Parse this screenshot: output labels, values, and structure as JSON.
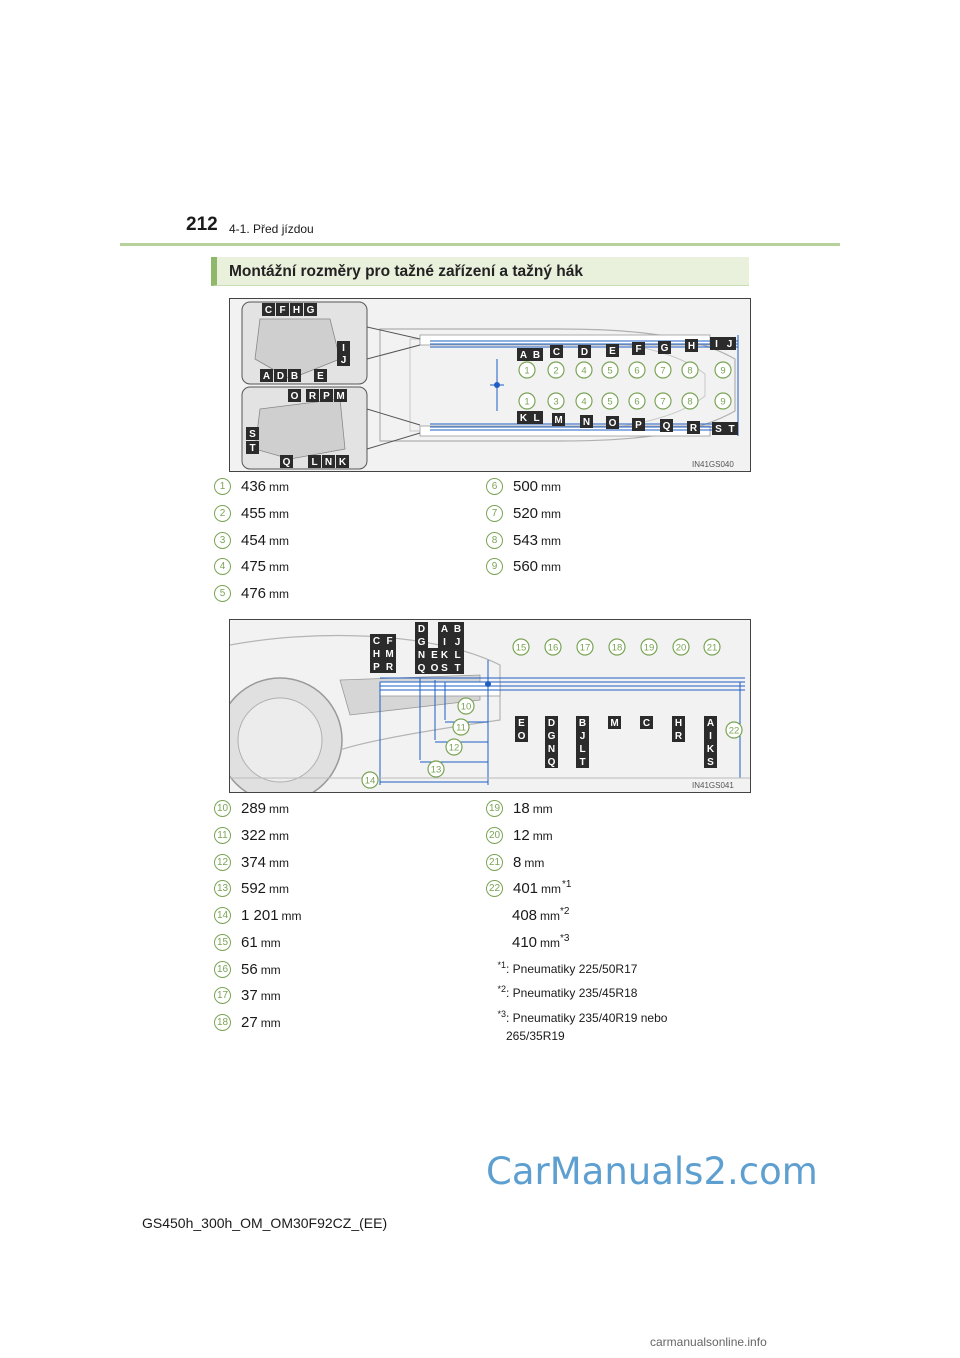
{
  "header": {
    "page_number": "212",
    "chapter": "4-1. Před jízdou"
  },
  "section": {
    "title": "Montážní rozměry pro tažné zařízení a tažný hák"
  },
  "figure1": {
    "code": "IN41GS040",
    "inset_top_letters": [
      "C",
      "F",
      "H",
      "G",
      "I",
      "J",
      "A",
      "D",
      "B",
      "E"
    ],
    "inset_bottom_letters": [
      "O",
      "R",
      "P",
      "M",
      "S",
      "T",
      "Q",
      "L",
      "N",
      "K"
    ],
    "upper_letters": [
      "A",
      "B",
      "C",
      "D",
      "E",
      "F",
      "G",
      "H",
      "I",
      "J"
    ],
    "upper_numbers": [
      "1",
      "2",
      "4",
      "5",
      "6",
      "7",
      "8",
      "9"
    ],
    "lower_numbers": [
      "1",
      "3",
      "4",
      "5",
      "6",
      "7",
      "8",
      "9"
    ],
    "lower_letters": [
      "K",
      "L",
      "M",
      "N",
      "O",
      "P",
      "Q",
      "R",
      "S",
      "T"
    ]
  },
  "dims1": [
    {
      "n": "1",
      "value": "436",
      "unit": "mm"
    },
    {
      "n": "2",
      "value": "455",
      "unit": "mm"
    },
    {
      "n": "3",
      "value": "454",
      "unit": "mm"
    },
    {
      "n": "4",
      "value": "475",
      "unit": "mm"
    },
    {
      "n": "5",
      "value": "476",
      "unit": "mm"
    },
    {
      "n": "6",
      "value": "500",
      "unit": "mm"
    },
    {
      "n": "7",
      "value": "520",
      "unit": "mm"
    },
    {
      "n": "8",
      "value": "543",
      "unit": "mm"
    },
    {
      "n": "9",
      "value": "560",
      "unit": "mm"
    }
  ],
  "figure2": {
    "code": "IN41GS041",
    "top_numbers": [
      "15",
      "16",
      "17",
      "18",
      "19",
      "20",
      "21"
    ],
    "left_numbers": [
      "10",
      "11",
      "12",
      "13",
      "14"
    ],
    "right_number": "22"
  },
  "dims2": [
    {
      "n": "10",
      "value": "289",
      "unit": "mm"
    },
    {
      "n": "11",
      "value": "322",
      "unit": "mm"
    },
    {
      "n": "12",
      "value": "374",
      "unit": "mm"
    },
    {
      "n": "13",
      "value": "592",
      "unit": "mm"
    },
    {
      "n": "14",
      "value": "1 201",
      "unit": "mm"
    },
    {
      "n": "15",
      "value": "61",
      "unit": "mm"
    },
    {
      "n": "16",
      "value": "56",
      "unit": "mm"
    },
    {
      "n": "17",
      "value": "37",
      "unit": "mm"
    },
    {
      "n": "18",
      "value": "27",
      "unit": "mm"
    },
    {
      "n": "19",
      "value": "18",
      "unit": "mm"
    },
    {
      "n": "20",
      "value": "12",
      "unit": "mm"
    },
    {
      "n": "21",
      "value": "8",
      "unit": "mm"
    },
    {
      "n": "22",
      "value": "401",
      "unit": "mm",
      "sup": "*1"
    }
  ],
  "dim22_extra": [
    {
      "value": "408",
      "unit": "mm",
      "sup": "*2"
    },
    {
      "value": "410",
      "unit": "mm",
      "sup": "*3"
    }
  ],
  "notes": [
    {
      "mark": "*1",
      "text": ": Pneumatiky 225/50R17"
    },
    {
      "mark": "*2",
      "text": ": Pneumatiky 235/45R18"
    },
    {
      "mark": "*3",
      "text": ": Pneumatiky 235/40R19 nebo",
      "text2": "265/35R19"
    }
  ],
  "footer": {
    "code": "GS450h_300h_OM_OM30F92CZ_(EE)"
  },
  "watermark": {
    "text": "CarManuals2.com",
    "site": "carmanualsonline.info"
  },
  "colors": {
    "accent": "#7aa455",
    "rule": "#b6d199",
    "bar": "#e9f1dc",
    "blue": "#1d5fc4"
  }
}
